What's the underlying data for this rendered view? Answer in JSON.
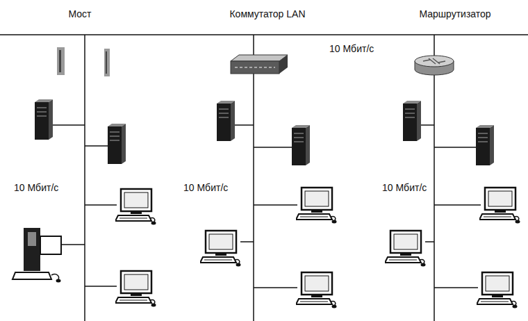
{
  "diagram": {
    "labels": [
      "Мост",
      "Коммутатор LAN",
      "Маршрутизатор",
      "10 Мбит/с",
      "10 Мбит/с",
      "10 Мбит/с",
      "10 Мбит/с"
    ]
  }
}
